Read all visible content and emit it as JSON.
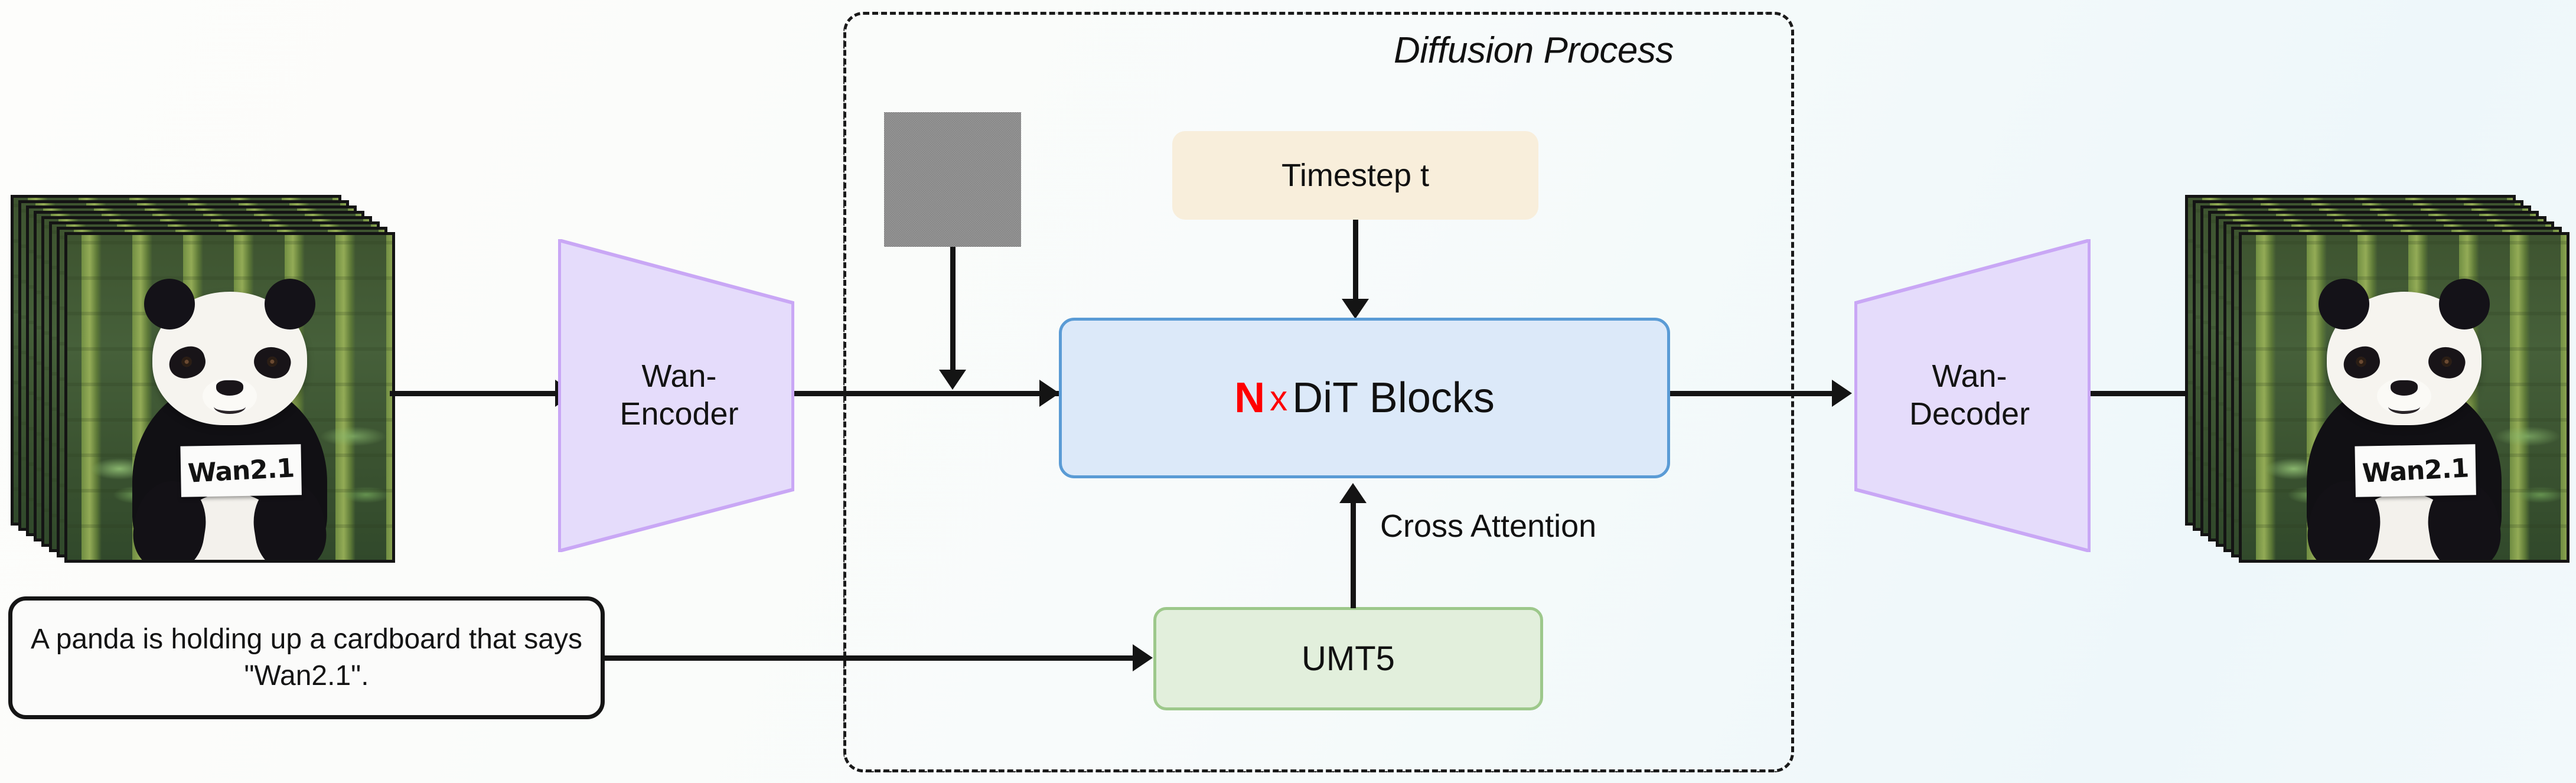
{
  "figure": {
    "title": "Wan2.1 video diffusion architecture overview",
    "background_color": "#f9fbfb"
  },
  "diffusion": {
    "label": "Diffusion Process",
    "border_style": "dash-dot",
    "border_color": "#1a1a1a"
  },
  "input_stack": {
    "name": "input-video-frames",
    "frame_count": 8,
    "sign_text": "Wan2.1",
    "scene": "panda in bamboo forest"
  },
  "output_stack": {
    "name": "output-video-frames",
    "frame_count": 8,
    "sign_text": "Wan2.1",
    "scene": "panda in bamboo forest"
  },
  "encoder": {
    "label_line1": "Wan-",
    "label_line2": "Encoder",
    "fill": "#e5dcfb",
    "stroke": "#c9a7f5"
  },
  "decoder": {
    "label_line1": "Wan-",
    "label_line2": "Decoder",
    "fill": "#e5dcfb",
    "stroke": "#c9a7f5"
  },
  "noise": {
    "name": "gaussian-noise-patch",
    "description": "grayscale random noise"
  },
  "timestep": {
    "label": "Timestep t",
    "fill": "#f8eedb"
  },
  "dit": {
    "repeat": "N",
    "multiply": "x",
    "label": "DiT Blocks",
    "fill": "#dce9f9",
    "stroke": "#5a9bd5",
    "accent": "#ff0000"
  },
  "text_encoder": {
    "label": "UMT5",
    "fill": "#e2efdc",
    "stroke": "#9dc88b"
  },
  "cross_attention": {
    "label": "Cross Attention"
  },
  "prompt": {
    "text": "A panda is holding up a cardboard that says \"Wan2.1\"."
  }
}
